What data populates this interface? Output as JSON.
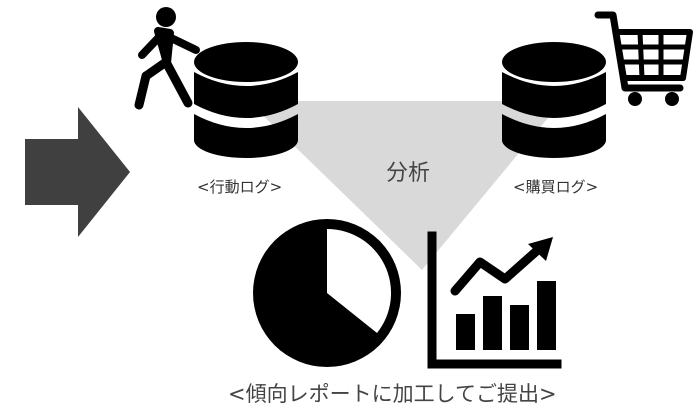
{
  "labels": {
    "behavior_log": "<行動ログ>",
    "purchase_log": "<購買ログ>",
    "analysis": "分析",
    "caption": "<傾向レポートに加工してご提出>"
  },
  "icons": {
    "arrow": "right-arrow-icon",
    "walker": "walking-person-icon",
    "database_left": "database-icon",
    "database_right": "database-icon",
    "cart": "shopping-cart-icon",
    "pie": "pie-chart-icon",
    "growth": "growth-chart-icon"
  },
  "colors": {
    "icon": "#000000",
    "arrow": "#404040",
    "triangle": "#d9d9d9",
    "text": "#444444"
  }
}
